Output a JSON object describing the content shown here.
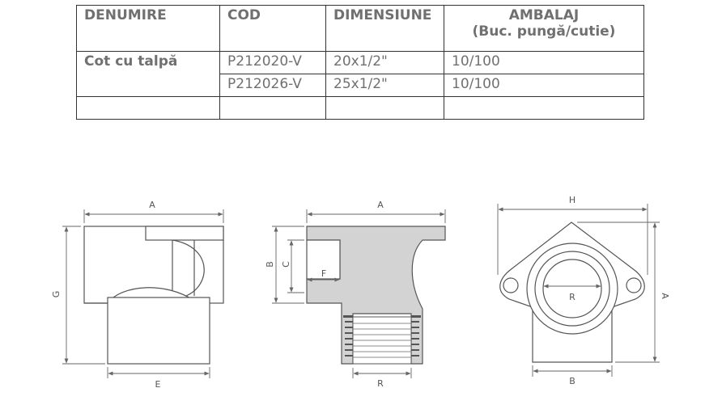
{
  "table": {
    "headers": {
      "denumire": "DENUMIRE",
      "cod": "COD",
      "dimensiune": "DIMENSIUNE",
      "ambalaj_line1": "AMBALAJ",
      "ambalaj_line2": "(Buc. pungă/cutie)"
    },
    "product_name": "Cot cu talpă",
    "rows": [
      {
        "cod": "P212020-V",
        "dimensiune": "20x1/2\"",
        "ambalaj": "10/100"
      },
      {
        "cod": "P212026-V",
        "dimensiune": "25x1/2\"",
        "ambalaj": "10/100"
      }
    ]
  },
  "dimension_labels": {
    "view1": {
      "a": "A",
      "g": "G",
      "e": "E"
    },
    "view2": {
      "a": "A",
      "b": "B",
      "c": "C",
      "f": "F",
      "r": "R"
    },
    "view3": {
      "h": "H",
      "a": "A",
      "r": "R",
      "b": "B"
    }
  },
  "colors": {
    "section_fill": "#d3d3d3",
    "outline": "#555555",
    "dim_line": "#666666"
  }
}
